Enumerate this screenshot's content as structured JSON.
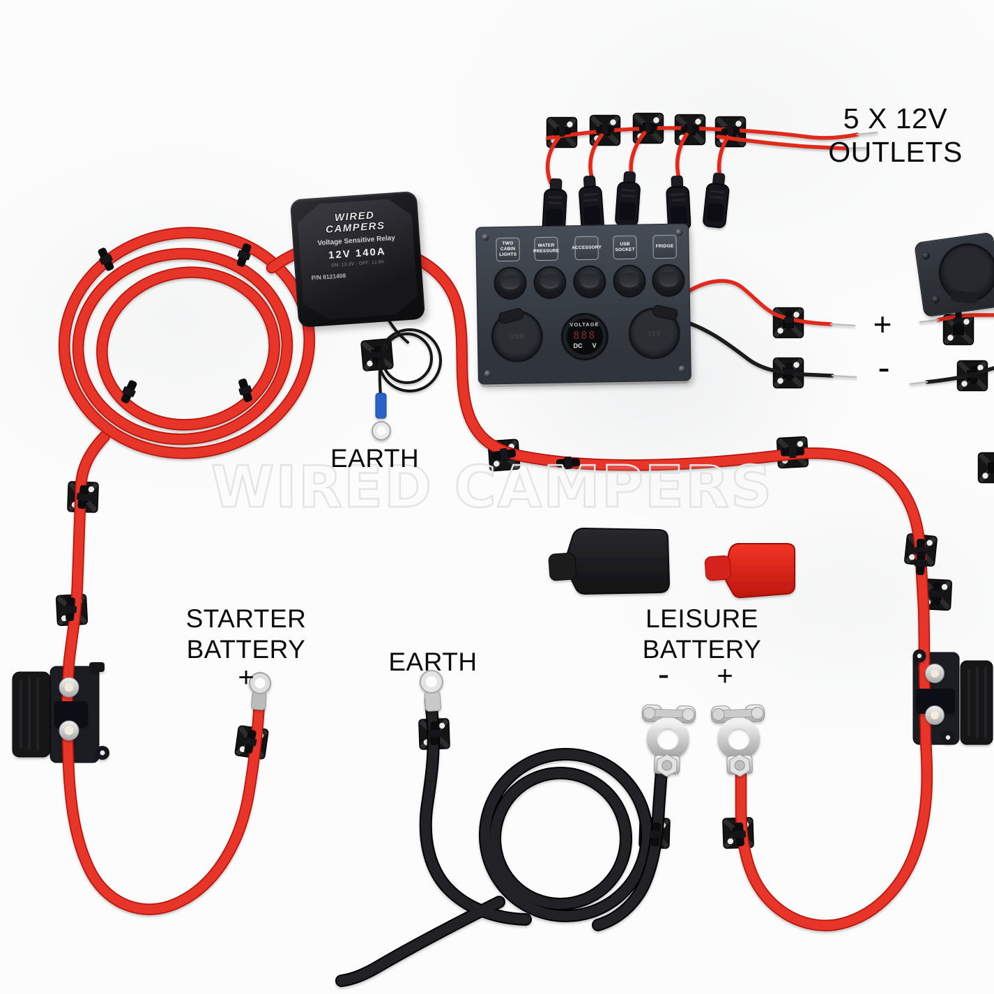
{
  "watermark": {
    "text": "WIRED CAMPERS"
  },
  "annotations": {
    "outlets_line1": "5 X 12V",
    "outlets_line2": "OUTLETS",
    "outlets_plus": "+",
    "outlets_minus": "-",
    "earth_top": "EARTH",
    "earth_bottom": "EARTH",
    "starter_line1": "STARTER",
    "starter_line2": "BATTERY",
    "starter_plus": "+",
    "leisure_line1": "LEISURE",
    "leisure_line2": "BATTERY",
    "leisure_minus": "-",
    "leisure_plus": "+"
  },
  "relay": {
    "brand": "WIRED CAMPERS",
    "product": "Voltage Sensitive Relay",
    "rating": "12V  140A",
    "spec": "ON: 13.3V · OFF: 12.8V",
    "part_number": "P/N 8121408"
  },
  "switch_panel": {
    "switches": [
      {
        "label": "TWO CABIN LIGHTS"
      },
      {
        "label": "WATER PRESSURE"
      },
      {
        "label": "ACCESSORY"
      },
      {
        "label": "USB SOCKET"
      },
      {
        "label": "FRIDGE"
      }
    ],
    "voltmeter": {
      "title": "VOLTAGE",
      "reading": "888",
      "dc": "DC",
      "v": "V"
    },
    "usb_label": "USB",
    "socket_label": "12V"
  },
  "colors": {
    "cable_red": "#e8362a",
    "cable_black": "#232327",
    "panel_gray": "#3d434b",
    "label_text": "#0a0a0a",
    "terminal_blue": "#2a63c8"
  }
}
